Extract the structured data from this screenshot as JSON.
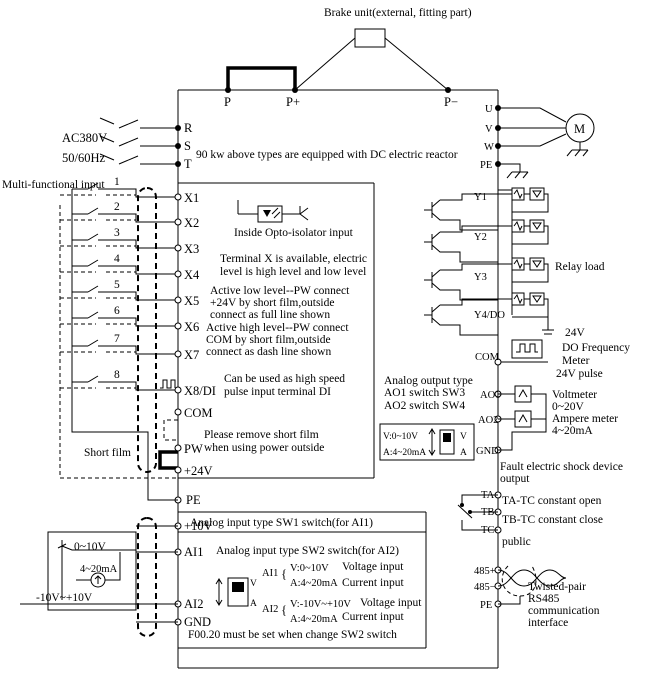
{
  "brake": {
    "label": "Brake unit(external, fitting part)",
    "terminals": [
      "P",
      "P+",
      "P−"
    ]
  },
  "power": {
    "voltage": "AC380V",
    "frequency": "50/60Hz",
    "terminals": [
      "R",
      "S",
      "T"
    ],
    "note": "90 kw above types are equipped with DC electric reactor"
  },
  "motor": {
    "terminals": [
      "U",
      "V",
      "W",
      "PE"
    ],
    "symbol": "M"
  },
  "digital_inputs": {
    "heading": "Multi-functional input",
    "switch_numbers": [
      "1",
      "2",
      "3",
      "4",
      "5",
      "6",
      "7",
      "8"
    ],
    "terminals": [
      "X1",
      "X2",
      "X3",
      "X4",
      "X5",
      "X6",
      "X7",
      "X8/DI",
      "COM",
      "PW",
      "+24V"
    ],
    "short_film": "Short film"
  },
  "notes": {
    "opto": "Inside Opto-isolator input",
    "terminal_x": [
      "Terminal X is available, electric",
      "level is high level and low level"
    ],
    "active_low": [
      "Active low level--PW connect",
      "+24V by short film,outside",
      "connect as full line shown"
    ],
    "active_high": [
      "Active high level--PW connect",
      "COM by short film,outside",
      "connect as dash line shown"
    ],
    "high_speed": [
      "Can be used as high speed",
      "pulse input terminal DI"
    ],
    "remove_short": [
      "Please remove short film",
      "when using power outside"
    ]
  },
  "outputs": {
    "y_terminals": [
      "Y1",
      "Y2",
      "Y3",
      "Y4/DO"
    ],
    "com": "COM",
    "relay_load": "Relay load",
    "supply": "24V",
    "do_meter": [
      "DO Frequency",
      "Meter"
    ],
    "pulse": "24V pulse"
  },
  "analog_output": {
    "type_lines": [
      "Analog output type",
      "AO1 switch SW3",
      "AO2 switch SW4"
    ],
    "terminals": [
      "AO1",
      "AO2",
      "GND"
    ],
    "voltmeter": [
      "Voltmeter",
      "0~20V"
    ],
    "ammeter": [
      "Ampere meter",
      "4~20mA"
    ],
    "switch_v": "V:0~10V",
    "switch_a": "A:4~20mA",
    "switch_tag_v": "V",
    "switch_tag_a": "A"
  },
  "fault": {
    "heading": [
      "Fault electric shock device",
      "output"
    ],
    "terminals": [
      "TA",
      "TB",
      "TC"
    ],
    "ta_desc": "TA-TC constant open",
    "tb_desc": "TB-TC constant close",
    "tc_desc": "public"
  },
  "analog_input": {
    "terminals": [
      "+10V",
      "AI1",
      "AI2",
      "GND",
      "PE"
    ],
    "sw1": "Analog input type SW1 switch(for AI1)",
    "sw2": "Analog input type SW2 switch(for AI2)",
    "src_v": "0~10V",
    "src_ma": "4~20mA",
    "src_bipolar": "-10V~+10V",
    "ai1_label": "AI1",
    "ai1_v": "V:0~10V",
    "ai1_v_desc": "Voltage input",
    "ai1_a": "A:4~20mA",
    "ai1_a_desc": "Current input",
    "ai2_label": "AI2",
    "ai2_v": "V:-10V~+10V",
    "ai2_v_desc": "Voltage input",
    "ai2_a": "A:4~20mA",
    "ai2_a_desc": "Current input",
    "switch_tag_v": "V",
    "switch_tag_a": "A",
    "f_note": "F00.20 must be set when change SW2 switch"
  },
  "rs485": {
    "terminals": [
      "485+",
      "485−",
      "PE"
    ],
    "label": [
      "Twisted-pair",
      "RS485",
      "communication",
      "interface"
    ]
  }
}
